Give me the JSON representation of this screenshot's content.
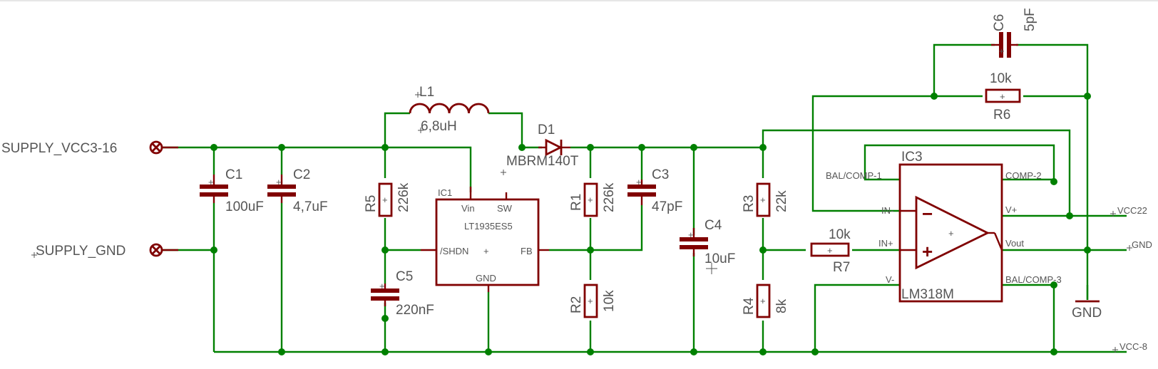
{
  "nets": {
    "supply_vcc": "SUPPLY_VCC3-16",
    "supply_gnd": "SUPPLY_GND",
    "vcc22": "VCC22",
    "gnd_out": "GND",
    "vcc8": "VCC-8",
    "gnd_symbol": "GND"
  },
  "components": {
    "c1": {
      "name": "C1",
      "value": "100uF"
    },
    "c2": {
      "name": "C2",
      "value": "4,7uF"
    },
    "c3": {
      "name": "C3",
      "value": "47pF"
    },
    "c4": {
      "name": "C4",
      "value": "10uF"
    },
    "c5": {
      "name": "C5",
      "value": "220nF"
    },
    "c6": {
      "name": "C6",
      "value": "5pF"
    },
    "l1": {
      "name": "L1",
      "value": "6,8uH"
    },
    "d1": {
      "name": "D1",
      "value": "MBRM140T"
    },
    "r1": {
      "name": "R1",
      "value": "226k"
    },
    "r2": {
      "name": "R2",
      "value": "10k"
    },
    "r3": {
      "name": "R3",
      "value": "22k"
    },
    "r4": {
      "name": "R4",
      "value": "8k"
    },
    "r5": {
      "name": "R5",
      "value": "226k"
    },
    "r6": {
      "name": "R6",
      "value": "10k"
    },
    "r7": {
      "name": "R7",
      "value": "10k"
    },
    "ic1": {
      "name": "IC1",
      "value": "LT1935ES5",
      "pins": {
        "vin": "Vin",
        "sw": "SW",
        "shdn": "/SHDN",
        "fb": "FB",
        "gnd": "GND"
      }
    },
    "ic3": {
      "name": "IC3",
      "value": "LM318M",
      "pins": {
        "bal_comp1": "BAL/COMP-1",
        "comp2": "COMP-2",
        "in_minus": "IN-",
        "in_plus": "IN+",
        "v_plus": "V+",
        "vout": "Vout",
        "v_minus": "V-",
        "bal_comp3": "BAL/COMP-3"
      }
    }
  },
  "symbols": {
    "plus": "+",
    "minus": "−"
  }
}
